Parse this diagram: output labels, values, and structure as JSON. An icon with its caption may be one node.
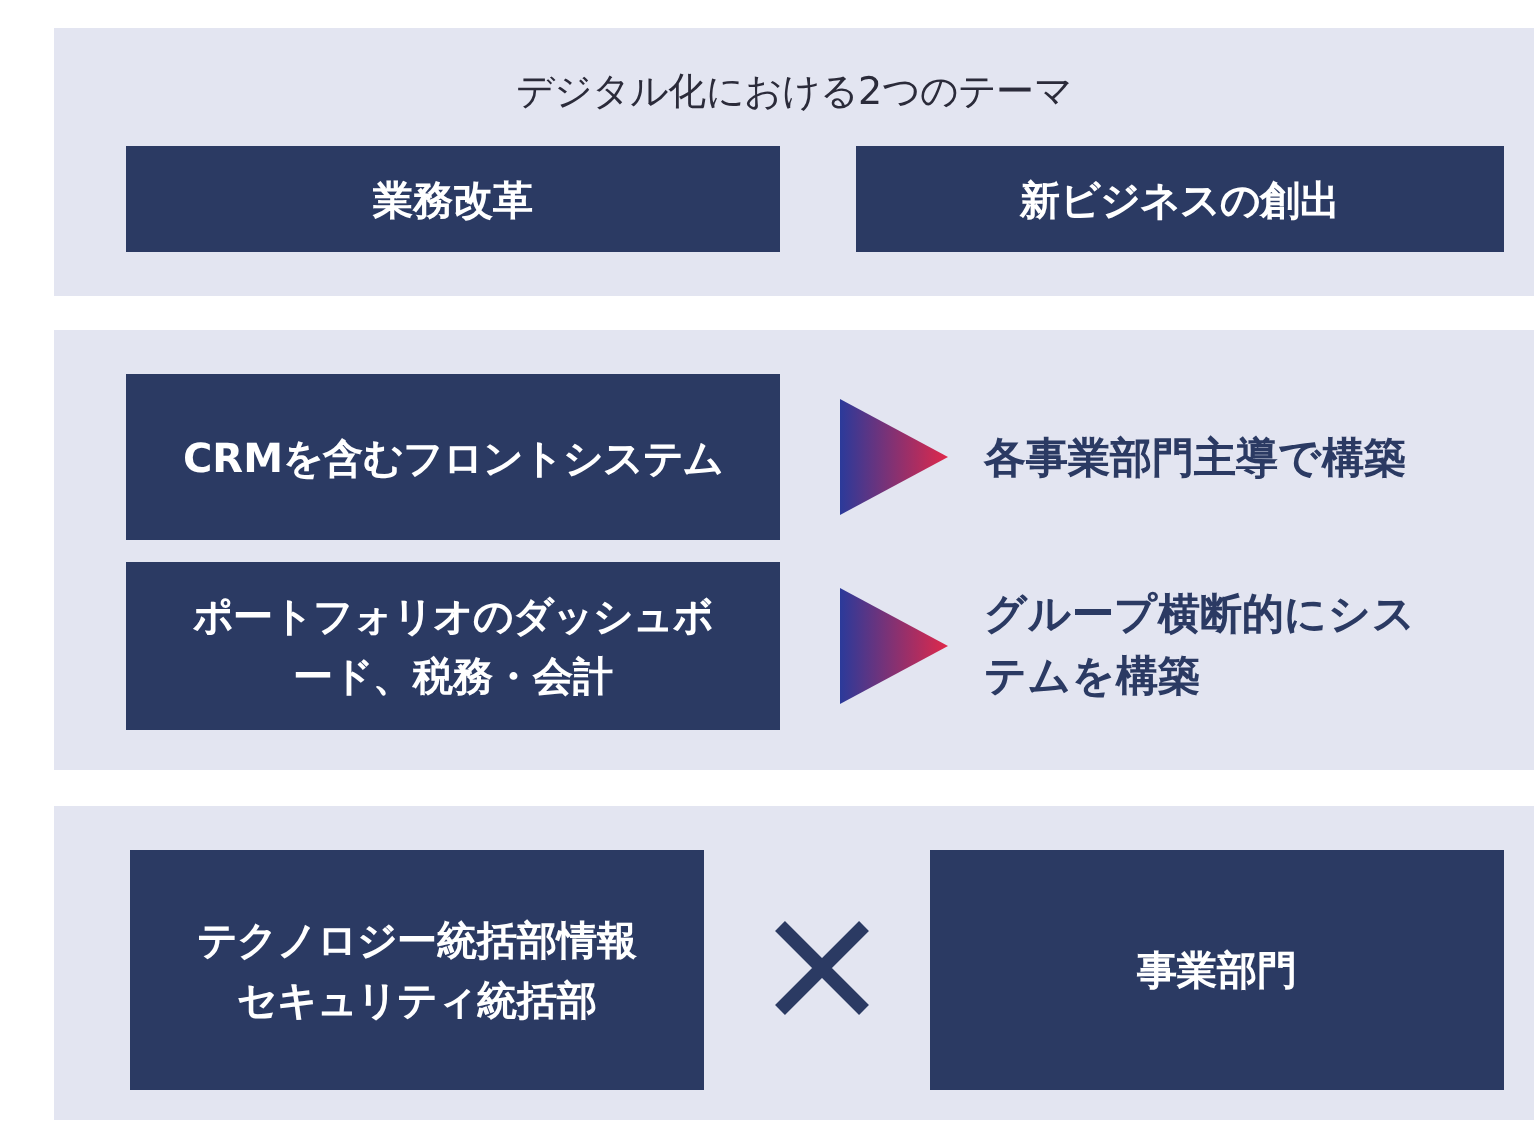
{
  "diagram": {
    "nodes": [
      {
        "text": [
          "デジタル化における2つのテーマ"
        ]
      },
      {
        "text": [
          "業務改革"
        ],
        "in": 0
      },
      {
        "text": [
          "新ビジネスの創出"
        ],
        "in": 0
      },
      {
        "text": [],
        "shape": "box"
      },
      {
        "text": [
          "CRMを含むフロントシステム"
        ],
        "in": 3
      },
      {
        "text": [
          "各事業部門主導で構築"
        ],
        "in": 3
      },
      {
        "text": [
          "ポートフォリオのダッシュボード、税務・会計"
        ],
        "in": 3
      },
      {
        "text": [
          "グループ横断的にシステムを構築"
        ],
        "in": 3
      },
      {
        "text": [],
        "shape": "box"
      },
      {
        "text": [
          "テクノロジー統括部情報セキュリティ統括部"
        ],
        "in": 8
      },
      {
        "text": [
          "事業部門"
        ],
        "in": 8
      }
    ],
    "edges": [
      {
        "from": 4,
        "to": 5,
        "arrow": "to"
      },
      {
        "from": 6,
        "to": 7,
        "arrow": "to"
      }
    ]
  }
}
